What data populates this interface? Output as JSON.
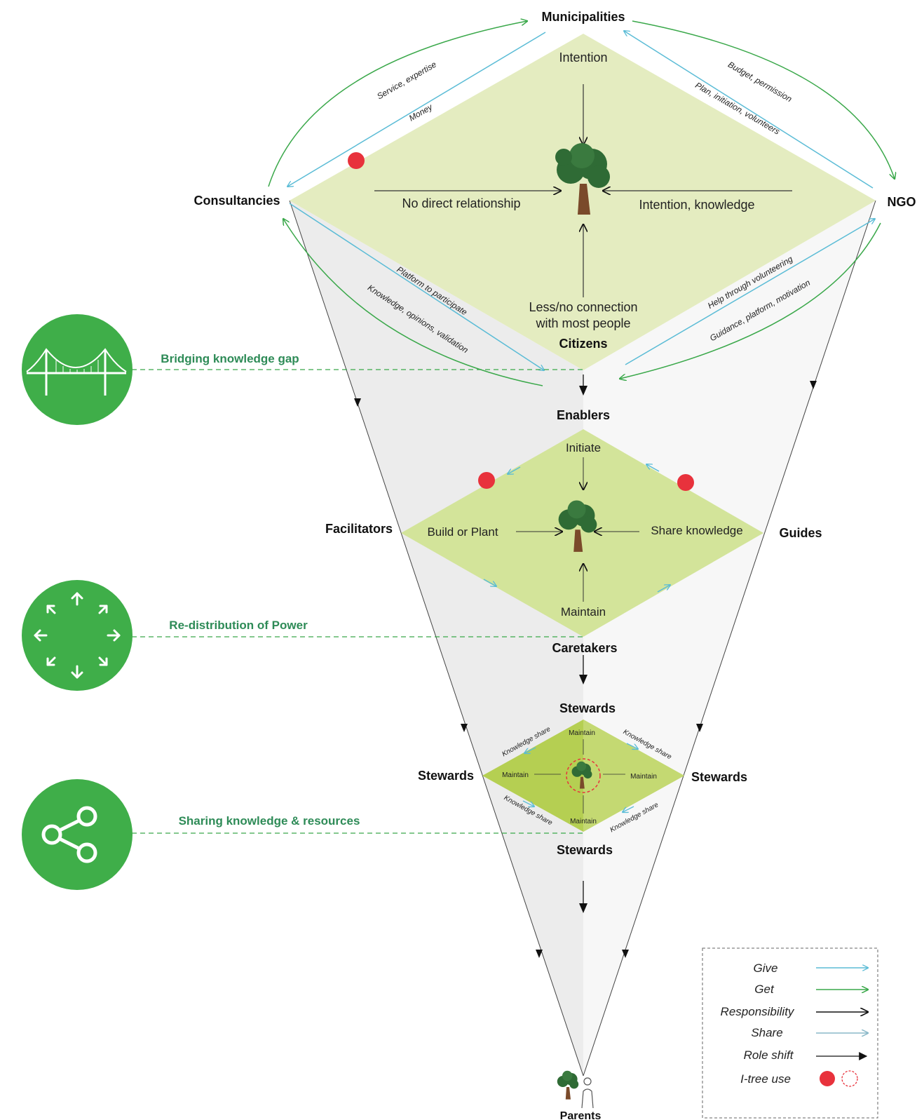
{
  "nodes": {
    "municipalities": "Municipalities",
    "consultancies": "Consultancies",
    "ngo": "NGO",
    "citizens": "Citizens",
    "enablers": "Enablers",
    "facilitators": "Facilitators",
    "guides": "Guides",
    "caretakers": "Caretakers",
    "stewards_top": "Stewards",
    "stewards_left": "Stewards",
    "stewards_right": "Stewards",
    "stewards_bottom": "Stewards",
    "parents": "Parents"
  },
  "big_diamond": {
    "top": "Intention",
    "left": "No direct relationship",
    "right": "Intention, knowledge",
    "bottom_line1": "Less/no connection",
    "bottom_line2": "with most people"
  },
  "mid_diamond": {
    "top": "Initiate",
    "left": "Build or Plant",
    "right": "Share knowledge",
    "bottom": "Maintain"
  },
  "small_diamond": {
    "top": "Maintain",
    "left": "Maintain",
    "right": "Maintain",
    "bottom": "Maintain",
    "edge_tl": "Knowledge share",
    "edge_tr": "Knowledge share",
    "edge_bl": "Knowledge share",
    "edge_br": "Knowledge share"
  },
  "edges": {
    "service_expertise": "Service, expertise",
    "money": "Money",
    "budget_permission": "Budget, permission",
    "plan_initiation": "Plan, initiation, volunteers",
    "platform": "Platform to participate",
    "knowledge_opinions": "Knowledge, opinions, validation",
    "help_volunteering": "Help through volunteering",
    "guidance": "Guidance, platform, motivation"
  },
  "benefits": {
    "bridging": "Bridging knowledge gap",
    "redistribution": "Re-distribution of Power",
    "sharing": "Sharing knowledge & resources"
  },
  "legend": {
    "give": "Give",
    "get": "Get",
    "responsibility": "Responsibility",
    "share": "Share",
    "role_shift": "Role shift",
    "itree_use": "I-tree use"
  },
  "colors": {
    "give": "#5bbcd6",
    "get": "#3aa84a",
    "responsibility": "#111111",
    "share": "#8ab8c8",
    "itree": "#e8323c",
    "circle_green": "#3fae49",
    "diamond_big": "#e4ecc0",
    "diamond_mid": "#d3e49a",
    "diamond_small": "#b5cf52",
    "funnel_gray": "#eeeeee",
    "label_green": "#2e8b57"
  },
  "icons": {
    "bridging": "bridge-icon",
    "redistribution": "arrows-out-icon",
    "sharing": "share-icon",
    "tree": "tree-icon",
    "parent": "person-icon"
  }
}
